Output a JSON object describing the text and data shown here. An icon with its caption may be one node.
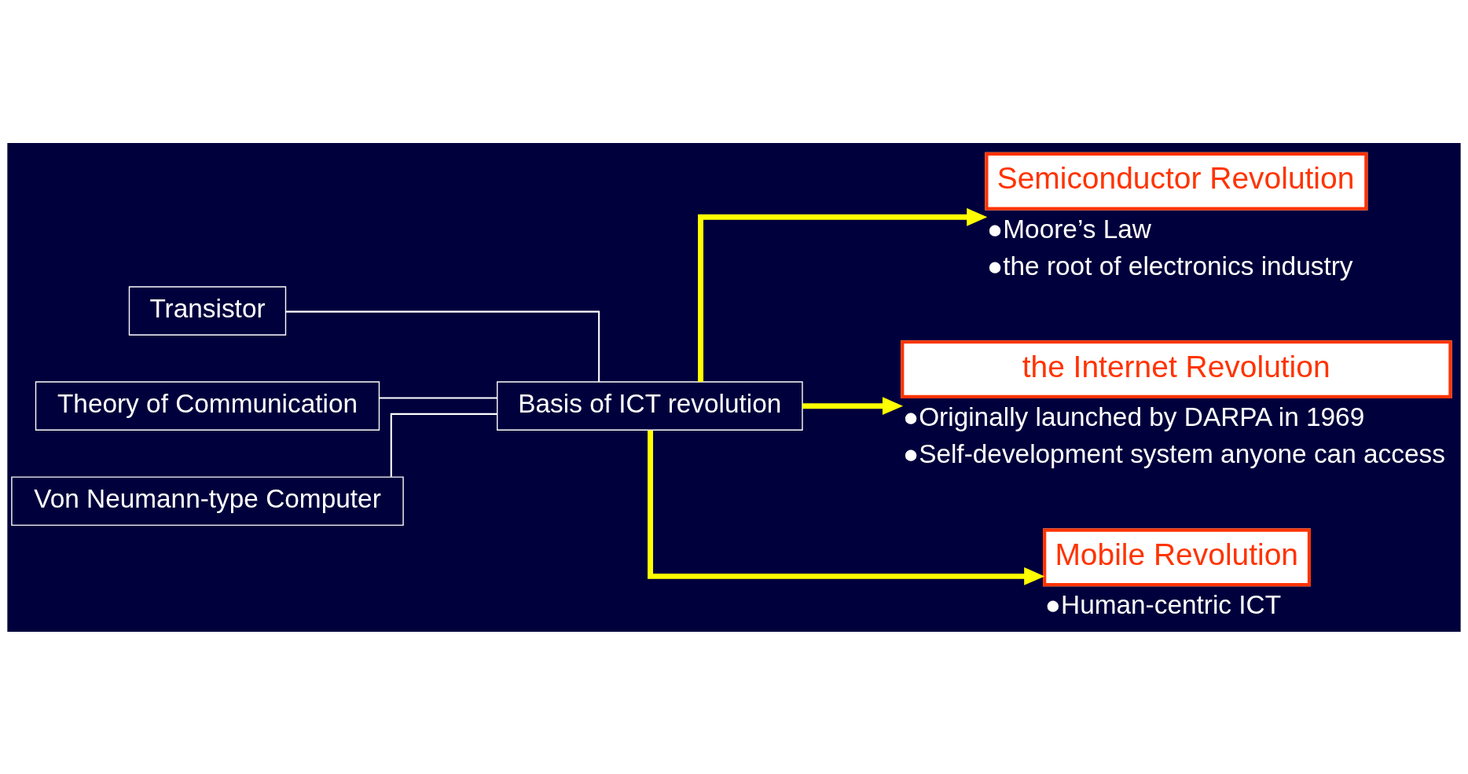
{
  "diagram": {
    "nodes": [
      {
        "text": [
          "Transistor"
        ]
      },
      {
        "text": [
          "Theory of Communication"
        ]
      },
      {
        "text": [
          "Von Neumann-type Computer"
        ]
      },
      {
        "text": [
          "Basis of ICT revolution"
        ]
      },
      {
        "text": [
          "Semiconductor Revolution"
        ],
        "beside": [
          "●Moore’s Law",
          "●the root of electronics industry"
        ]
      },
      {
        "text": [
          "the Internet Revolution"
        ],
        "beside": [
          "●Originally launched by DARPA in 1969",
          "●Self-development system anyone can access"
        ]
      },
      {
        "text": [
          "Mobile Revolution"
        ],
        "beside": [
          "●Human-centric ICT"
        ]
      }
    ],
    "edges": [
      {
        "from": 0,
        "to": 3,
        "arrow": "none"
      },
      {
        "from": 1,
        "to": 3,
        "arrow": "none"
      },
      {
        "from": 2,
        "to": 3,
        "arrow": "none"
      },
      {
        "from": 3,
        "to": 4,
        "arrow": "to",
        "style": "thick",
        "color": "#ffff00"
      },
      {
        "from": 3,
        "to": 5,
        "arrow": "to",
        "style": "thick",
        "color": "#ffff00"
      },
      {
        "from": 3,
        "to": 6,
        "arrow": "to",
        "style": "thick",
        "color": "#ffff00"
      }
    ]
  }
}
